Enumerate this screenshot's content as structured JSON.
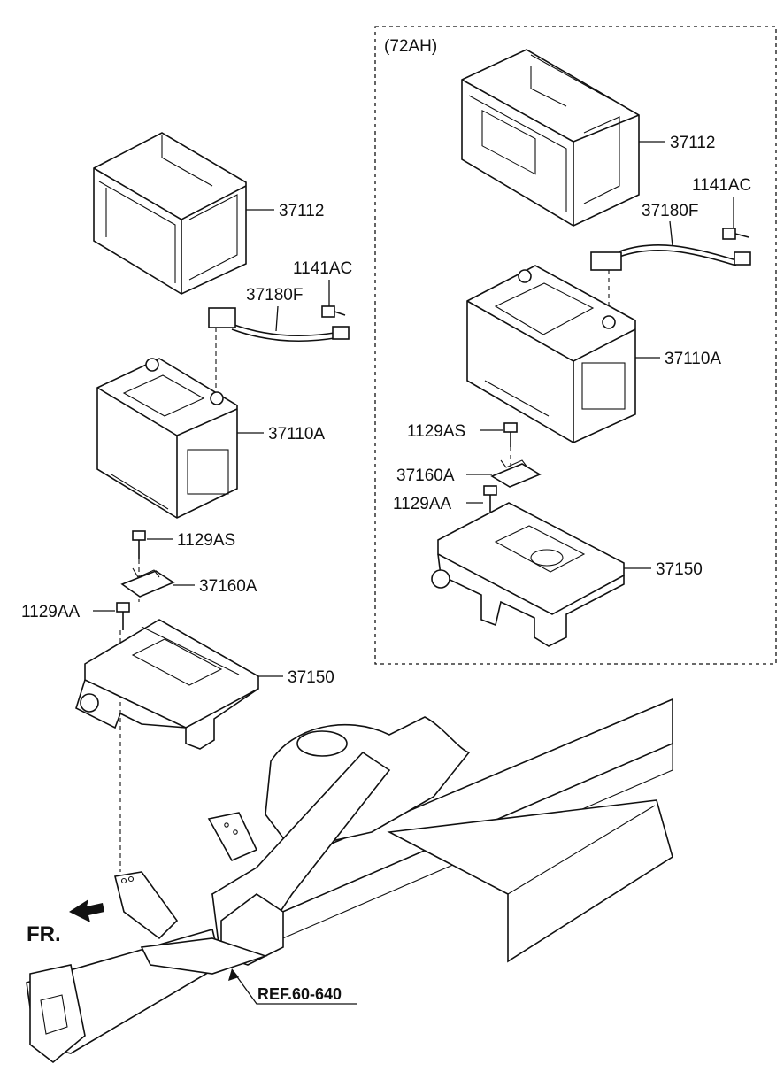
{
  "variant_box": {
    "label": "(72AH)"
  },
  "labels_main": {
    "tray_cover": "37112",
    "bolt_top": "1141AC",
    "cable": "37180F",
    "battery": "37110A",
    "bolt_clamp": "1129AS",
    "clamp": "37160A",
    "bolt_tray": "1129AA",
    "tray": "37150"
  },
  "labels_72ah": {
    "tray_cover": "37112",
    "bolt_top": "1141AC",
    "cable": "37180F",
    "battery": "37110A",
    "bolt_clamp": "1129AS",
    "clamp": "37160A",
    "bolt_tray": "1129AA",
    "tray": "37150"
  },
  "direction": {
    "label": "FR."
  },
  "reference": {
    "label": "REF.60-640"
  }
}
